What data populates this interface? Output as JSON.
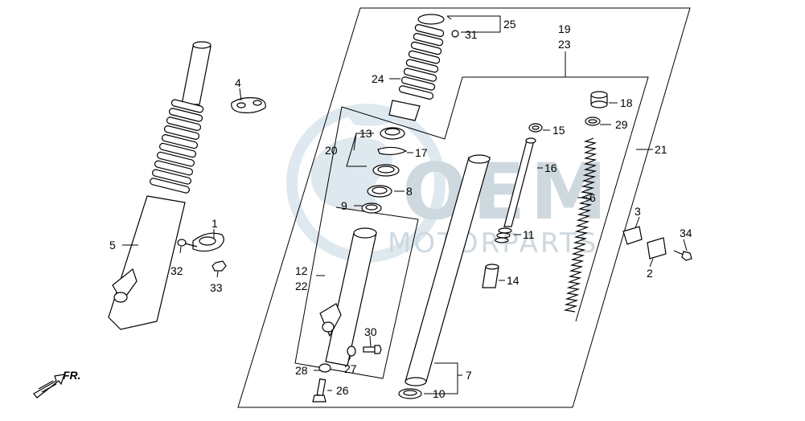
{
  "diagram": {
    "labels": {
      "n1": "1",
      "n2": "2",
      "n3": "3",
      "n4": "4",
      "n5": "5",
      "n6": "6",
      "n7": "7",
      "n8": "8",
      "n9": "9",
      "n10": "10",
      "n11": "11",
      "n12": "12",
      "n13": "13",
      "n14": "14",
      "n15": "15",
      "n16": "16",
      "n17": "17",
      "n18": "18",
      "n19": "19",
      "n20": "20",
      "n21": "21",
      "n22": "22",
      "n23": "23",
      "n24": "24",
      "n25": "25",
      "n26": "26",
      "n27": "27",
      "n28": "28",
      "n29": "29",
      "n30": "30",
      "n31": "31",
      "n32": "32",
      "n33": "33",
      "n34": "34"
    },
    "front_arrow": "FR."
  },
  "watermark": {
    "logo": "OEM",
    "text": "MOTORPARTS"
  },
  "colors": {
    "line": "#000000",
    "watermark": "#c9d4dc",
    "watermark_globe": "#dbe6ee"
  }
}
